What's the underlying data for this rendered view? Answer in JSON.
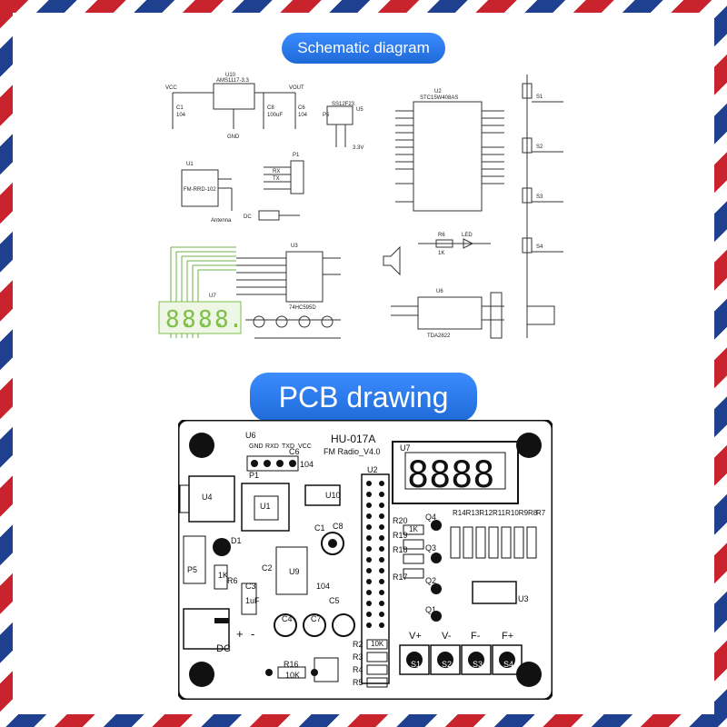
{
  "header_schematic": "Schematic diagram",
  "header_pcb": "PCB drawing",
  "schematic": {
    "u10": "U10",
    "u10_part": "AMS1117-3.3",
    "c1": "C1",
    "c1_val": "104",
    "c6": "C6",
    "c6_val": "104",
    "c8": "C8",
    "c8_val": "100uF",
    "vcc": "VCC",
    "vout": "VOUT",
    "gnd": "GND",
    "u5": "U5",
    "p5": "P5",
    "p5_part": "SS12F23",
    "v33": "3.3V",
    "u2": "U2",
    "u2_part": "STC15W408AS",
    "u1": "U1",
    "u1_part": "FM-RRD-102",
    "antenna": "Antenna",
    "p1": "P1",
    "rx": "RX",
    "tx": "TX",
    "dc": "DC",
    "r6": "R6",
    "r6_val": "1K",
    "led": "LED",
    "u3": "U3",
    "u3_part": "74HC595D",
    "u7": "U7",
    "u6": "U6",
    "u6_part": "TDA2822",
    "s1": "S1",
    "s2": "S2",
    "s3": "S3",
    "s4": "S4"
  },
  "pcb": {
    "board_name": "HU-017A",
    "board_sub": "FM Radio_V4.0",
    "u6": "U6",
    "pins": [
      "GND",
      "RXD",
      "TXD",
      "VCC"
    ],
    "c6": "C6",
    "c6_val": "104",
    "p1": "P1",
    "u7": "U7",
    "u2": "U2",
    "u4": "U4",
    "u1": "U1",
    "u10": "U10",
    "c1": "C1",
    "c8": "C8",
    "c5": "C5",
    "c2": "C2",
    "c3": "C3",
    "c3_val": "1uF",
    "c4": "C4",
    "c7": "C7",
    "d1": "D1",
    "p5": "P5",
    "r6": "R6",
    "r6_val": "1K",
    "u9": "U9",
    "ua": "104",
    "dc": "DC",
    "r16": "R16",
    "r16_val": "10K",
    "q4": "Q4",
    "q3": "Q3",
    "q2": "Q2",
    "q1": "Q1",
    "r20": "R20",
    "r19": "R19",
    "r18": "R18",
    "r17": "R17",
    "res_1k": "1K",
    "r_row": "R14R13R12R11R10R9R8",
    "r7": "R7",
    "u3": "U3",
    "r2": "R2",
    "r3": "R3",
    "r4": "R4",
    "r5": "R5",
    "res_10k": "10K",
    "vplus": "V+",
    "vminus": "V-",
    "fminus": "F-",
    "fplus": "F+",
    "s1": "S1",
    "s2": "S2",
    "s3": "S3",
    "s4": "S4",
    "plus": "+",
    "minus": "-"
  },
  "colors": {
    "red": "#c9232e",
    "blue": "#1f3f8f",
    "accent": "#2a78f0",
    "seg": "#7fbf4a"
  }
}
